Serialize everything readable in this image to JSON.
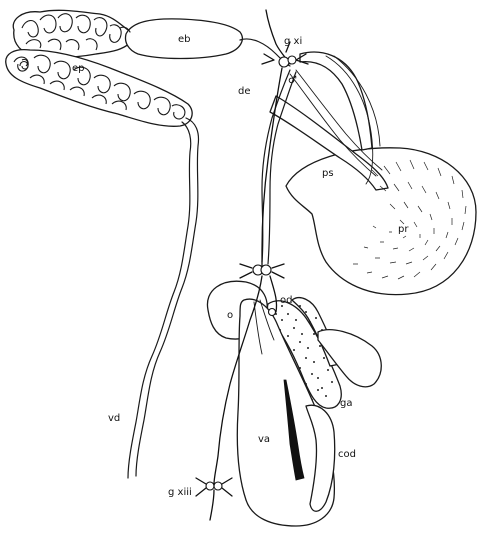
{
  "labels": {
    "eb": "eb",
    "ep": "ep",
    "de": "de",
    "gxi": "g xi",
    "male_symbol": "♂",
    "ps": "ps",
    "pr": "pr",
    "vd": "vd",
    "o": "o",
    "od": "od",
    "ga": "ga",
    "va": "va",
    "cod": "cod",
    "gxiii": "g xiii"
  }
}
